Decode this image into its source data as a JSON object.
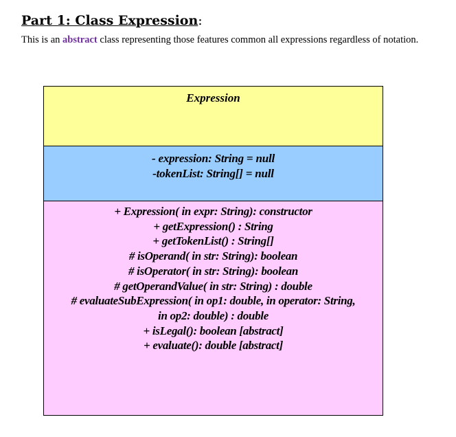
{
  "heading": {
    "title": "Part 1:  Class Expression",
    "colon": ":"
  },
  "intro": {
    "before": "This is an ",
    "keyword": "abstract",
    "after": " class representing those features common all expressions regardless of notation."
  },
  "uml": {
    "class_name": "Expression",
    "attributes": [
      "- expression:  String = null",
      "-tokenList:   String[] = null"
    ],
    "operations": [
      "+ Expression( in expr:  String): constructor",
      "+ getExpression() : String",
      "+ getTokenList() : String[]",
      "# isOperand( in str:  String):  boolean",
      "# isOperator( in str: String):  boolean",
      "# getOperandValue( in str: String) : double",
      "# evaluateSubExpression( in op1: double, in operator: String,",
      "in op2: double) : double",
      "+ isLegal():  boolean [abstract]",
      "+ evaluate(): double [abstract]"
    ],
    "colors": {
      "name": "#ffff99",
      "attributes": "#99ccff",
      "operations": "#ffccff"
    }
  }
}
